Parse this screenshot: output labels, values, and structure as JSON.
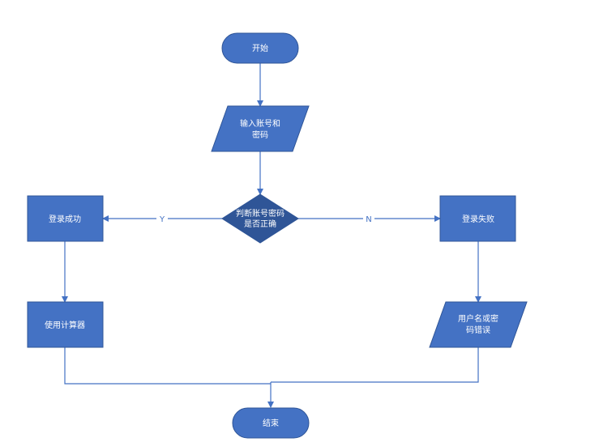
{
  "colors": {
    "shape_fill": "#4472C4",
    "shape_stroke": "#2F5597",
    "line": "#4472C4",
    "text": "#ffffff",
    "background": "#ffffff"
  },
  "nodes": {
    "start": {
      "shape": "terminator",
      "lines": [
        "开始"
      ]
    },
    "input": {
      "shape": "parallelogram",
      "lines": [
        "输入账号和",
        "密码"
      ]
    },
    "check": {
      "shape": "diamond",
      "lines": [
        "判断账号密码",
        "是否正确"
      ]
    },
    "success": {
      "shape": "rectangle",
      "lines": [
        "登录成功"
      ]
    },
    "use_calc": {
      "shape": "rectangle",
      "lines": [
        "使用计算器"
      ]
    },
    "fail": {
      "shape": "rectangle",
      "lines": [
        "登录失败"
      ]
    },
    "error": {
      "shape": "parallelogram",
      "lines": [
        "用户名或密",
        "码错误"
      ]
    },
    "end": {
      "shape": "terminator",
      "lines": [
        "结束"
      ]
    }
  },
  "edges": {
    "yes_label": "Y",
    "no_label": "N"
  }
}
